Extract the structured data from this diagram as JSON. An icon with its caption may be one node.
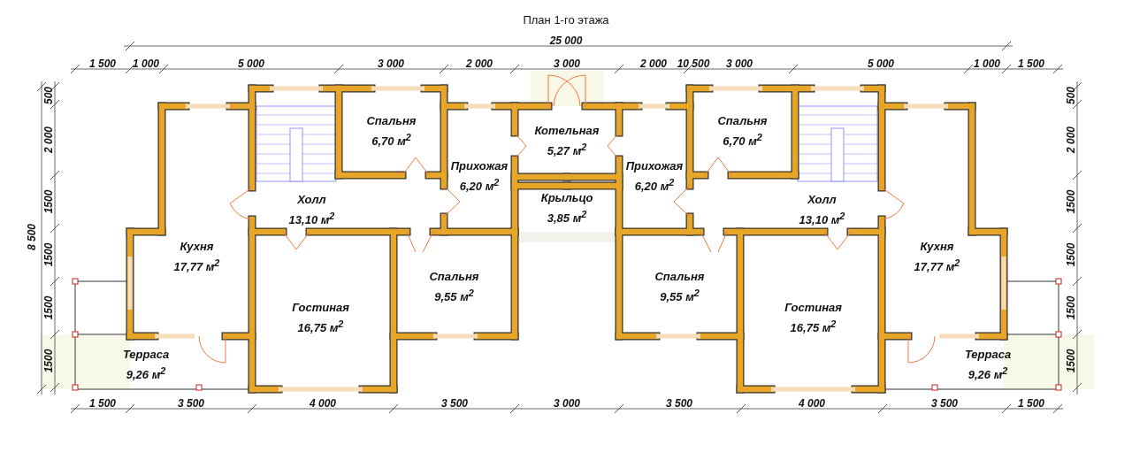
{
  "diagram": {
    "title": "План 1-го этажа",
    "nodes": [
      {
        "text": [
          "Спальня",
          "6,70 м$^{2}$"
        ]
      },
      {
        "text": [
          "Котельная",
          "5,27 м$^{2}$"
        ]
      },
      {
        "text": [
          "Спальня",
          "6,70 м$^{2}$"
        ]
      },
      {
        "text": [
          "Прихожая",
          "6,20 м$^{2}$"
        ]
      },
      {
        "text": [
          "Прихожая",
          "6,20 м$^{2}$"
        ]
      },
      {
        "text": [
          "Крыльцо",
          "3,85 м$^{2}$"
        ]
      },
      {
        "text": [
          "Холл",
          "13,10 м$^{2}$"
        ]
      },
      {
        "text": [
          "Холл",
          "13,10 м$^{2}$"
        ]
      },
      {
        "text": [
          "Кухня",
          "17,77 м$^{2}$"
        ]
      },
      {
        "text": [
          "Кухня",
          "17,77 м$^{2}$"
        ]
      },
      {
        "text": [
          "Спальня",
          "9,55 м$^{2}$"
        ]
      },
      {
        "text": [
          "Спальня",
          "9,55 м$^{2}$"
        ]
      },
      {
        "text": [
          "Гостиная",
          "16,75 м$^{2}$"
        ]
      },
      {
        "text": [
          "Гостиная",
          "16,75 м$^{2}$"
        ]
      },
      {
        "text": [
          "Терраса",
          "9,26 м$^{2}$"
        ]
      },
      {
        "text": [
          "Терраса",
          "9,26 м$^{2}$"
        ]
      }
    ],
    "labels": [
      "25 000",
      "1 500",
      "1 000",
      "5 000",
      "3 000",
      "2 000",
      "3 000",
      "2 000",
      "10 500",
      "3 000",
      "5 000",
      "1 000",
      "1 500",
      "500",
      "2 000",
      "1500",
      "1500",
      "1500",
      "1500",
      "8 500",
      "500",
      "2 000",
      "1500",
      "1500",
      "1500",
      "1500",
      "1 500",
      "3 500",
      "4 000",
      "3 500",
      "3 000",
      "3 500",
      "4 000",
      "3 500",
      "1 500"
    ]
  }
}
